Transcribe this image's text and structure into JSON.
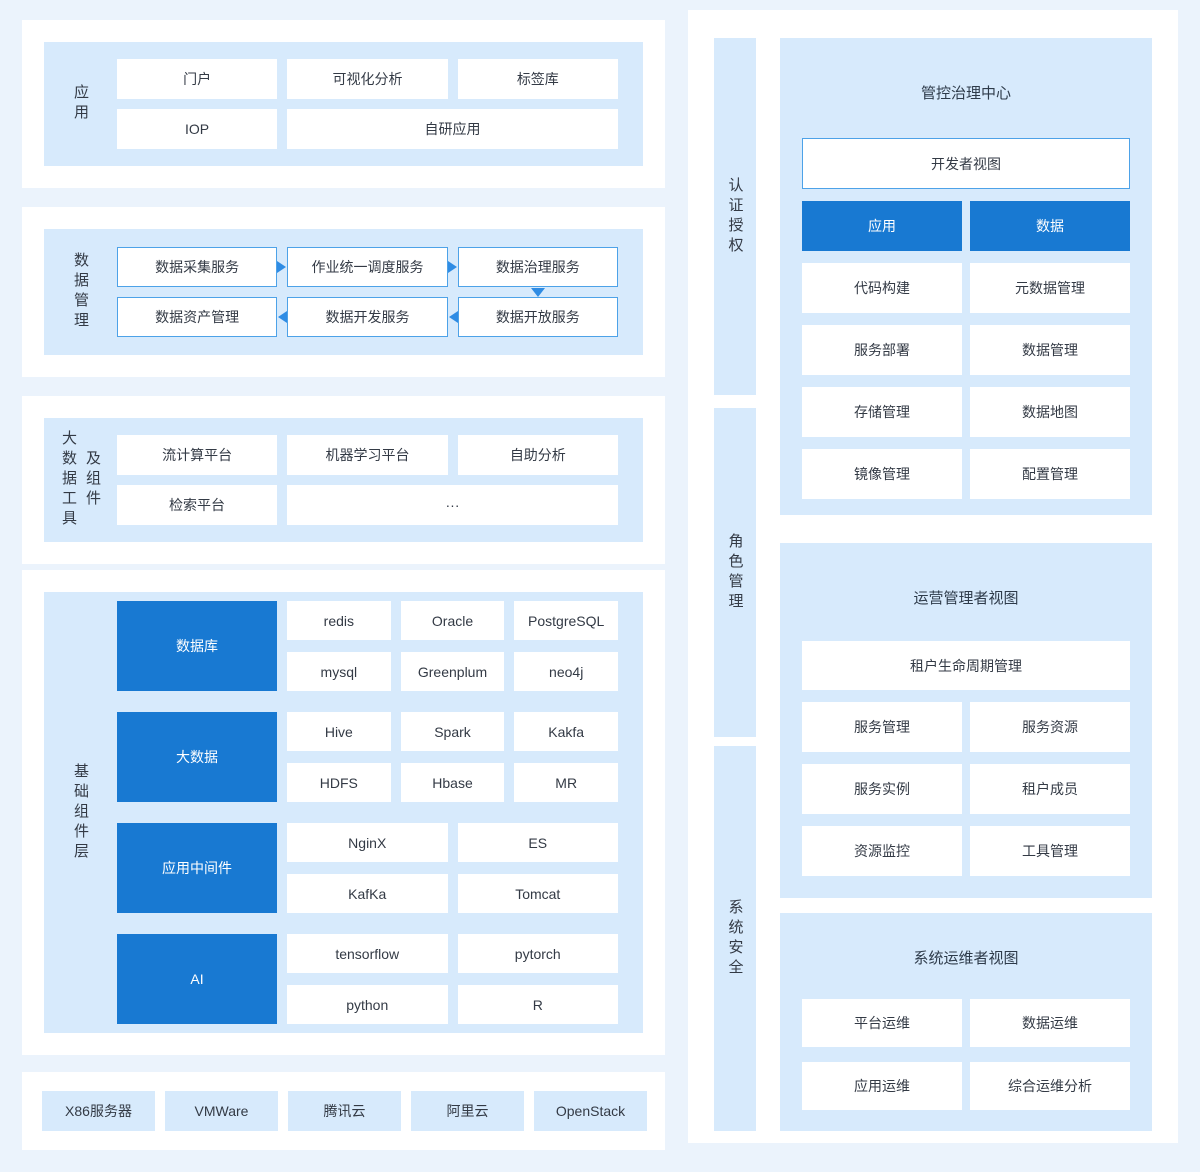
{
  "colors": {
    "page_bg": "#ebf3fc",
    "card_bg": "#ffffff",
    "panel_bg": "#d7eafc",
    "accent_blue": "#1879d2",
    "border_blue": "#4da2e8",
    "arrow_blue": "#2f8ce4",
    "text": "#333a45"
  },
  "left": {
    "app": {
      "label": "应用",
      "rows": [
        [
          "门户",
          "可视化分析",
          "标签库"
        ],
        [
          "IOP",
          "自研应用"
        ]
      ]
    },
    "data_mgmt": {
      "label": "数据管理",
      "row1": [
        "数据采集服务",
        "作业统一调度服务",
        "数据治理服务"
      ],
      "row2": [
        "数据资产管理",
        "数据开发服务",
        "数据开放服务"
      ],
      "arrows": [
        "right",
        "right",
        "down",
        "left",
        "left"
      ]
    },
    "tools": {
      "label_col1": "大数据工具",
      "label_col2": "及组件",
      "row1": [
        "流计算平台",
        "机器学习平台",
        "自助分析"
      ],
      "row2": [
        "检索平台",
        "···"
      ]
    },
    "base": {
      "label": "基础组件层",
      "groups": [
        {
          "category": "数据库",
          "rows": [
            [
              "redis",
              "Oracle",
              "PostgreSQL"
            ],
            [
              "mysql",
              "Greenplum",
              "neo4j"
            ]
          ]
        },
        {
          "category": "大数据",
          "rows": [
            [
              "Hive",
              "Spark",
              "Kakfa"
            ],
            [
              "HDFS",
              "Hbase",
              "MR"
            ]
          ]
        },
        {
          "category": "应用中间件",
          "rows": [
            [
              "NginX",
              "ES"
            ],
            [
              "KafKa",
              "Tomcat"
            ]
          ]
        },
        {
          "category": "AI",
          "rows": [
            [
              "tensorflow",
              "pytorch"
            ],
            [
              "python",
              "R"
            ]
          ]
        }
      ]
    },
    "infra": {
      "items": [
        "X86服务器",
        "VMWare",
        "腾讯云",
        "阿里云",
        "OpenStack"
      ]
    }
  },
  "right": {
    "bars": [
      "认证授权",
      "角色管理",
      "系统安全"
    ],
    "governance": {
      "title": "管控治理中心",
      "dev_view": "开发者视图",
      "tabs": [
        "应用",
        "数据"
      ],
      "rows": [
        [
          "代码构建",
          "元数据管理"
        ],
        [
          "服务部署",
          "数据管理"
        ],
        [
          "存储管理",
          "数据地图"
        ],
        [
          "镜像管理",
          "配置管理"
        ]
      ]
    },
    "operation": {
      "title": "运营管理者视图",
      "full_item": "租户生命周期管理",
      "rows": [
        [
          "服务管理",
          "服务资源"
        ],
        [
          "服务实例",
          "租户成员"
        ],
        [
          "资源监控",
          "工具管理"
        ]
      ]
    },
    "maintenance": {
      "title": "系统运维者视图",
      "rows": [
        [
          "平台运维",
          "数据运维"
        ],
        [
          "应用运维",
          "综合运维分析"
        ]
      ]
    }
  }
}
